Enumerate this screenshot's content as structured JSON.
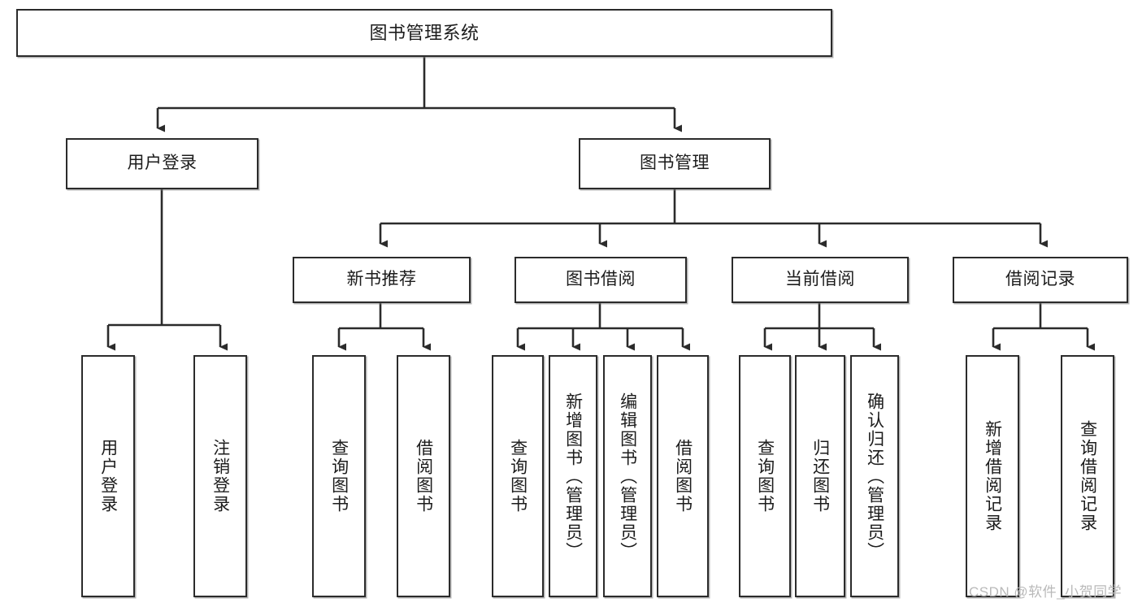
{
  "diagram": {
    "title": "图书管理系统",
    "type": "hierarchy-tree",
    "watermark": "CSDN @软件_小贺同学",
    "colors": {
      "box_border": "#2b2b2b",
      "box_fill": "#ffffff",
      "edge": "#2b2b2b",
      "text": "#1c1c1c",
      "watermark": "#b9b9b9"
    },
    "levels": {
      "root": {
        "label": "图书管理系统"
      },
      "level2": [
        {
          "id": "user-login",
          "label": "用户登录"
        },
        {
          "id": "book-management",
          "label": "图书管理"
        }
      ],
      "level3": [
        {
          "id": "new-book-recommend",
          "label": "新书推荐",
          "parent": "book-management"
        },
        {
          "id": "book-borrow",
          "label": "图书借阅",
          "parent": "book-management"
        },
        {
          "id": "current-borrow",
          "label": "当前借阅",
          "parent": "book-management"
        },
        {
          "id": "borrow-record",
          "label": "借阅记录",
          "parent": "book-management"
        }
      ],
      "leaves": [
        {
          "id": "leaf-user-login",
          "label": "用户登录",
          "parent": "user-login"
        },
        {
          "id": "leaf-logout-login",
          "label": "注销登录",
          "parent": "user-login"
        },
        {
          "id": "leaf-query-book-1",
          "label": "查询图书",
          "parent": "new-book-recommend"
        },
        {
          "id": "leaf-borrow-book-1",
          "label": "借阅图书",
          "parent": "new-book-recommend"
        },
        {
          "id": "leaf-query-book-2",
          "label": "查询图书",
          "parent": "book-borrow"
        },
        {
          "id": "leaf-add-book",
          "label": "新增图书（管理员）",
          "parent": "book-borrow"
        },
        {
          "id": "leaf-edit-book",
          "label": "编辑图书（管理员）",
          "parent": "book-borrow"
        },
        {
          "id": "leaf-borrow-book-2",
          "label": "借阅图书",
          "parent": "book-borrow"
        },
        {
          "id": "leaf-query-book-3",
          "label": "查询图书",
          "parent": "current-borrow"
        },
        {
          "id": "leaf-return-book",
          "label": "归还图书",
          "parent": "current-borrow"
        },
        {
          "id": "leaf-confirm-return",
          "label": "确认归还（管理员）",
          "parent": "current-borrow"
        },
        {
          "id": "leaf-add-record",
          "label": "新增借阅记录",
          "parent": "borrow-record"
        },
        {
          "id": "leaf-query-record",
          "label": "查询借阅记录",
          "parent": "borrow-record"
        }
      ]
    }
  }
}
